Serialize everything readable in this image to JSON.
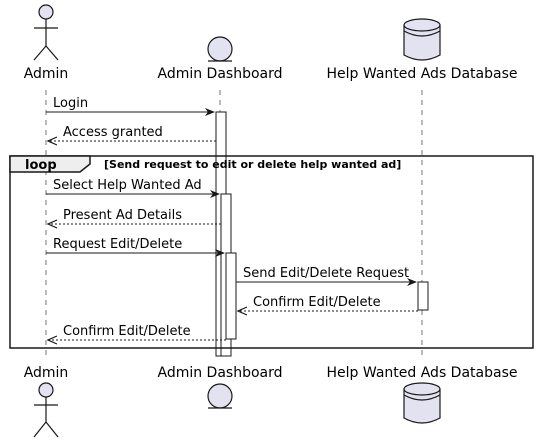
{
  "participants": {
    "admin": {
      "name": "Admin",
      "kind": "actor"
    },
    "dashboard": {
      "name": "Admin Dashboard",
      "kind": "entity"
    },
    "database": {
      "name": "Help Wanted Ads Database",
      "kind": "database"
    }
  },
  "messages": {
    "login": "Login",
    "access_granted": "Access granted",
    "select_ad": "Select Help Wanted Ad",
    "present_details": "Present Ad Details",
    "request_edit_delete": "Request Edit/Delete",
    "send_edit_delete_request": "Send Edit/Delete Request",
    "confirm_edit_delete_db": "Confirm Edit/Delete",
    "confirm_edit_delete_admin": "Confirm Edit/Delete"
  },
  "loop": {
    "keyword": "loop",
    "condition": "[Send request to edit or delete help wanted ad]"
  },
  "colors": {
    "participant_fill": "#E2E2F0",
    "line": "#181818",
    "lifeline": "#181818",
    "frame_label_fill": "#EEEEEE"
  }
}
